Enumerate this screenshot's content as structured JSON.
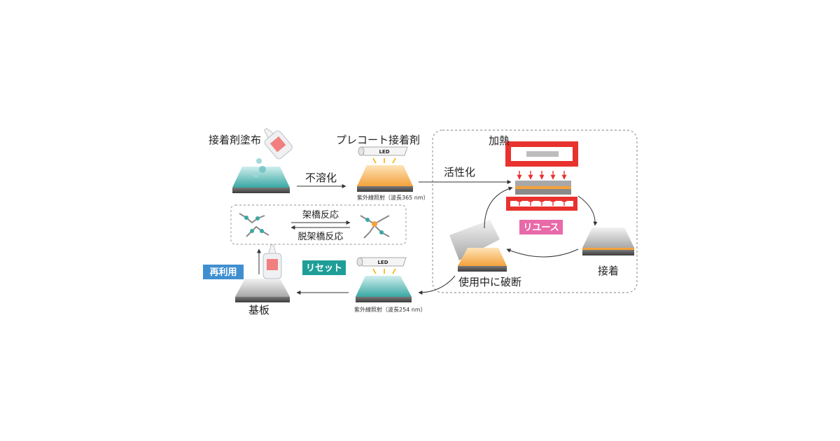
{
  "labels": {
    "apply_adhesive": "接着剤塗布",
    "precoat_adhesive": "プレコート接着剤",
    "insolubilize": "不溶化",
    "uv_365": "紫外線照射（波長365 nm）",
    "activate": "活性化",
    "heating": "加熱",
    "crosslink": "架橋反応",
    "decrosslink": "脱架橋反応",
    "reuse_tag": "リユース",
    "bond": "接着",
    "break_in_use": "使用中に破断",
    "reset_tag": "リセット",
    "recycle_tag": "再利用",
    "substrate": "基板",
    "uv_254": "紫外線照射（波長254 nm）",
    "led_top": "LED",
    "led_bottom": "LED"
  },
  "colors": {
    "teal": "#3aa8a4",
    "orange": "#f4a23c",
    "heater_red": "#e8322e",
    "reuse_pink": "#e86aa8",
    "reset_teal": "#1f9e98",
    "recycle_blue": "#3f8fd0"
  }
}
